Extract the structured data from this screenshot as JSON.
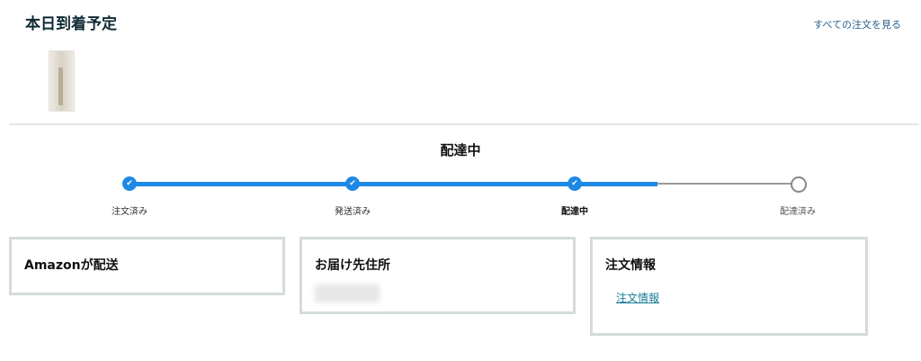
{
  "header": {
    "title": "本日到着予定",
    "view_all_link": "すべての注文を見る"
  },
  "tracker": {
    "status": "配達中",
    "progress": 0.75,
    "accent": "#1e88e5",
    "steps": [
      {
        "label": "注文済み",
        "done": true
      },
      {
        "label": "発送済み",
        "done": true
      },
      {
        "label": "配達中",
        "done": true,
        "current": true
      },
      {
        "label": "配達済み",
        "done": false
      }
    ]
  },
  "cards": {
    "shipper": {
      "title": "Amazonが配送"
    },
    "address": {
      "title": "お届け先住所"
    },
    "order": {
      "title": "注文情報",
      "link": "注文情報"
    }
  }
}
